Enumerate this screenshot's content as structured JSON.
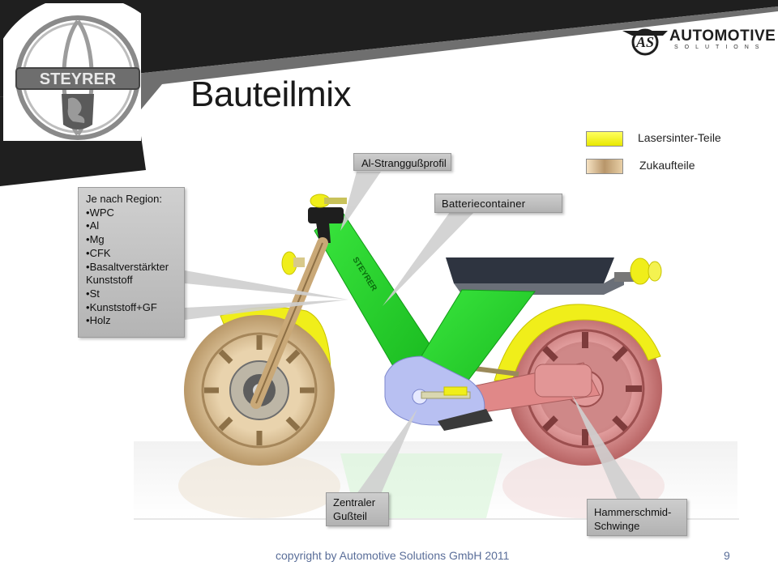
{
  "slide": {
    "title": "Bauteilmix",
    "brand": {
      "name": "AUTOMOTIVE",
      "sub": "SOLUTIONS",
      "mark": "AS"
    },
    "steyrer_logo_text": "STEYRER",
    "legend": [
      {
        "label": "Lasersinter-Teile",
        "color": "#f5f500"
      },
      {
        "label": "Zukaufteile",
        "color": "#d9b98c"
      }
    ],
    "callouts": {
      "al_profile": "Al-Stranggußprofil",
      "battery": "Batteriecontainer",
      "central_cast_line1": "Zentraler",
      "central_cast_line2": "Gußteil",
      "swing_line1": "Hammerschmid-",
      "swing_line2": "Schwinge"
    },
    "region": {
      "heading": "Je nach Region:",
      "items": [
        "WPC",
        "Al",
        "Mg",
        "CFK",
        "Basaltverstärkter Kunststoff",
        "St",
        "Kunststoff+GF",
        "Holz"
      ]
    },
    "footer": "copyright by Automotive Solutions GmbH 2011",
    "page_number": "9",
    "colors": {
      "frame_green": "#22d12a",
      "cast_blue": "#b8c0f2",
      "swing_red": "#d98080",
      "fender_yellow": "#f0ee1a",
      "wheel_beige": "#d8b88a"
    }
  }
}
